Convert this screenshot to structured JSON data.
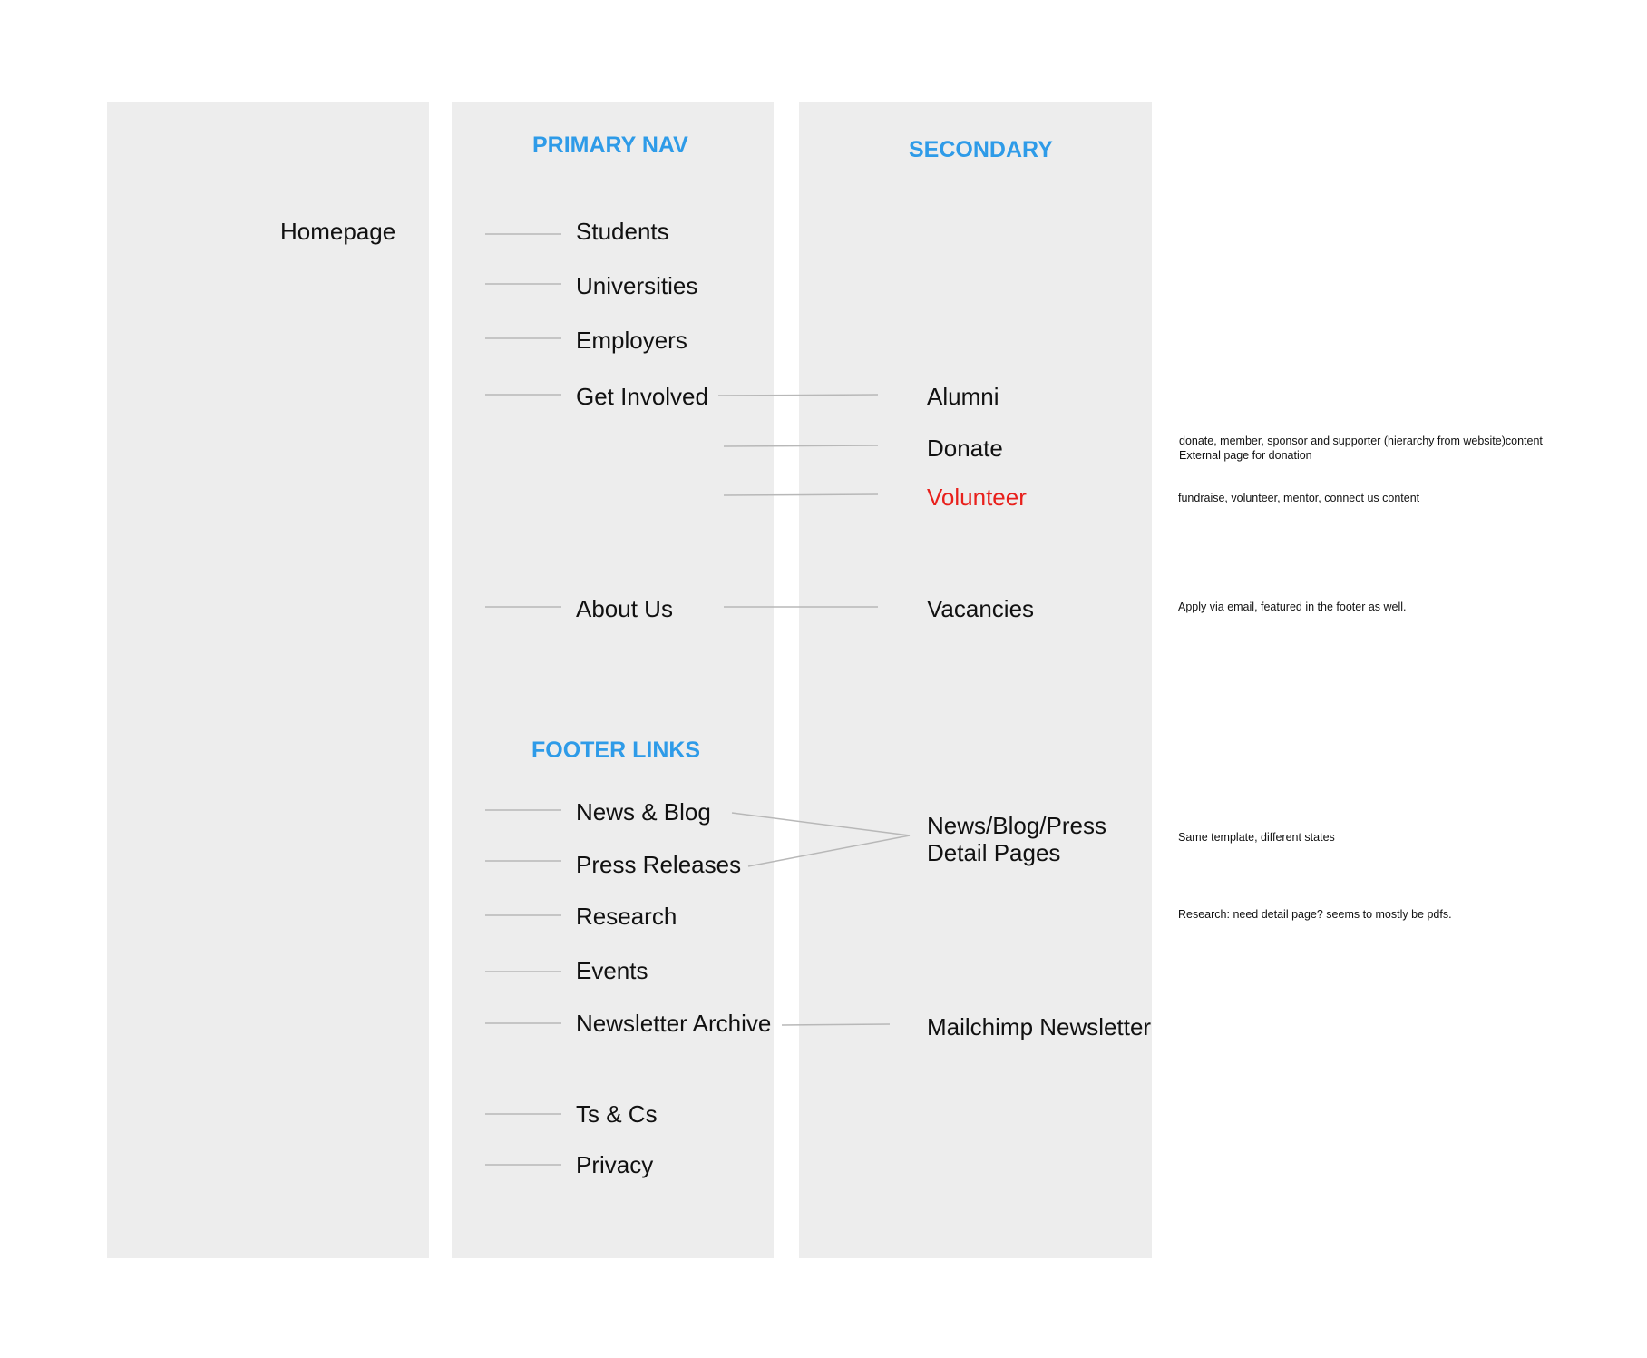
{
  "colors": {
    "column_bg": "#ededed",
    "heading": "#2e9be8",
    "highlight": "#e8201c",
    "connector": "#b8b8b8"
  },
  "homepage": {
    "label": "Homepage"
  },
  "primary": {
    "heading": "PRIMARY NAV",
    "items": [
      {
        "label": "Students"
      },
      {
        "label": "Universities"
      },
      {
        "label": "Employers"
      },
      {
        "label": "Get Involved"
      },
      {
        "label": "About Us"
      }
    ]
  },
  "footer": {
    "heading": "FOOTER LINKS",
    "items": [
      {
        "label": "News & Blog"
      },
      {
        "label": "Press Releases"
      },
      {
        "label": "Research"
      },
      {
        "label": "Events"
      },
      {
        "label": "Newsletter Archive"
      },
      {
        "label": "Ts & Cs"
      },
      {
        "label": "Privacy"
      }
    ]
  },
  "secondary": {
    "heading": "SECONDARY",
    "items": [
      {
        "label": "Alumni"
      },
      {
        "label": "Donate"
      },
      {
        "label": "Volunteer",
        "highlight": true
      },
      {
        "label": "Vacancies"
      },
      {
        "label_line1": "News/Blog/Press",
        "label_line2": "Detail Pages"
      },
      {
        "label": "Mailchimp Newsletter"
      }
    ]
  },
  "notes": {
    "donate_line1": "donate, member, sponsor and supporter (hierarchy from website)content",
    "donate_line2": "External page for donation",
    "volunteer": "fundraise, volunteer, mentor, connect us content",
    "vacancies": "Apply via email, featured in the footer as well.",
    "news_detail": "Same template, different states",
    "research": "Research: need detail page? seems to mostly be pdfs."
  }
}
